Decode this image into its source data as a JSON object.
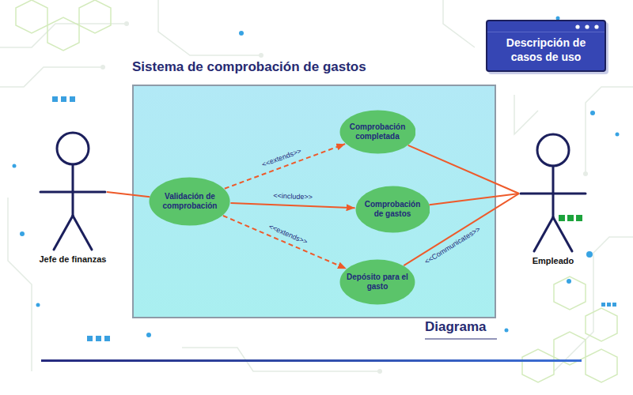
{
  "diagram": {
    "nodes": [
      {
        "text": [
          "Descripción de casos de uso"
        ]
      },
      {
        "text": [
          "Sistema de comprobación de gastos"
        ]
      },
      {
        "text": [
          "Validación de comprobación"
        ],
        "in": 1
      },
      {
        "text": [
          "Comprobación completada"
        ],
        "in": 1
      },
      {
        "text": [
          "Comprobación de gastos"
        ],
        "in": 1
      },
      {
        "text": [
          "Depósito para el gasto"
        ],
        "in": 1
      },
      {
        "text": [
          "Jefe de finanzas"
        ]
      },
      {
        "text": [
          "Empleado"
        ]
      }
    ],
    "edges": [
      {
        "from": 6,
        "to": 2,
        "arrow": "none"
      },
      {
        "from": 2,
        "to": 3,
        "label": "<<extends>>",
        "arrow": "to"
      },
      {
        "from": 2,
        "to": 4,
        "label": "<<include>>",
        "arrow": "to"
      },
      {
        "from": 2,
        "to": 5,
        "label": "<<extends>>",
        "arrow": "to"
      },
      {
        "from": 3,
        "to": 7,
        "arrow": "none"
      },
      {
        "from": 4,
        "to": 7,
        "arrow": "none"
      },
      {
        "from": 5,
        "to": 7,
        "label": "<<Communicates>>",
        "arrow": "none"
      }
    ],
    "labels": [
      "Diagrama"
    ]
  }
}
